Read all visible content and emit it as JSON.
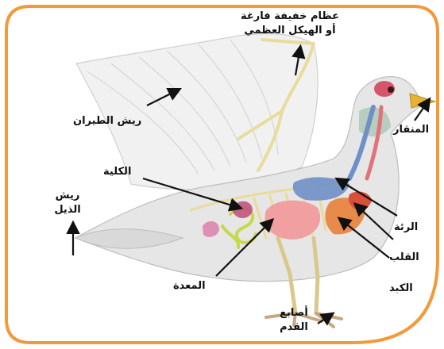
{
  "labels": {
    "bones_line1": "عظام خفيفة فارغة",
    "bones_line2": "أو الهيكل العظمي",
    "flight_feathers": "ريش الطيران",
    "beak": "المنقار",
    "kidney": "الكلية",
    "tail_feathers_line1": "ريش",
    "tail_feathers_line2": "الذيل",
    "lung": "الرئة",
    "heart": "القلب",
    "liver": "الكبد",
    "stomach": "المعدة",
    "toes_line1": "أصابع",
    "toes_line2": "القدم"
  },
  "colors": {
    "frame": "#f29a3a",
    "skeleton": "#e8dc9a",
    "lung": "#6f8fc8",
    "heart": "#d8503a",
    "liver": "#e88a4a",
    "kidney": "#c24a7a",
    "intestine": "#c8d84a",
    "beak": "#e8b430",
    "body": "#e4e4e4"
  }
}
